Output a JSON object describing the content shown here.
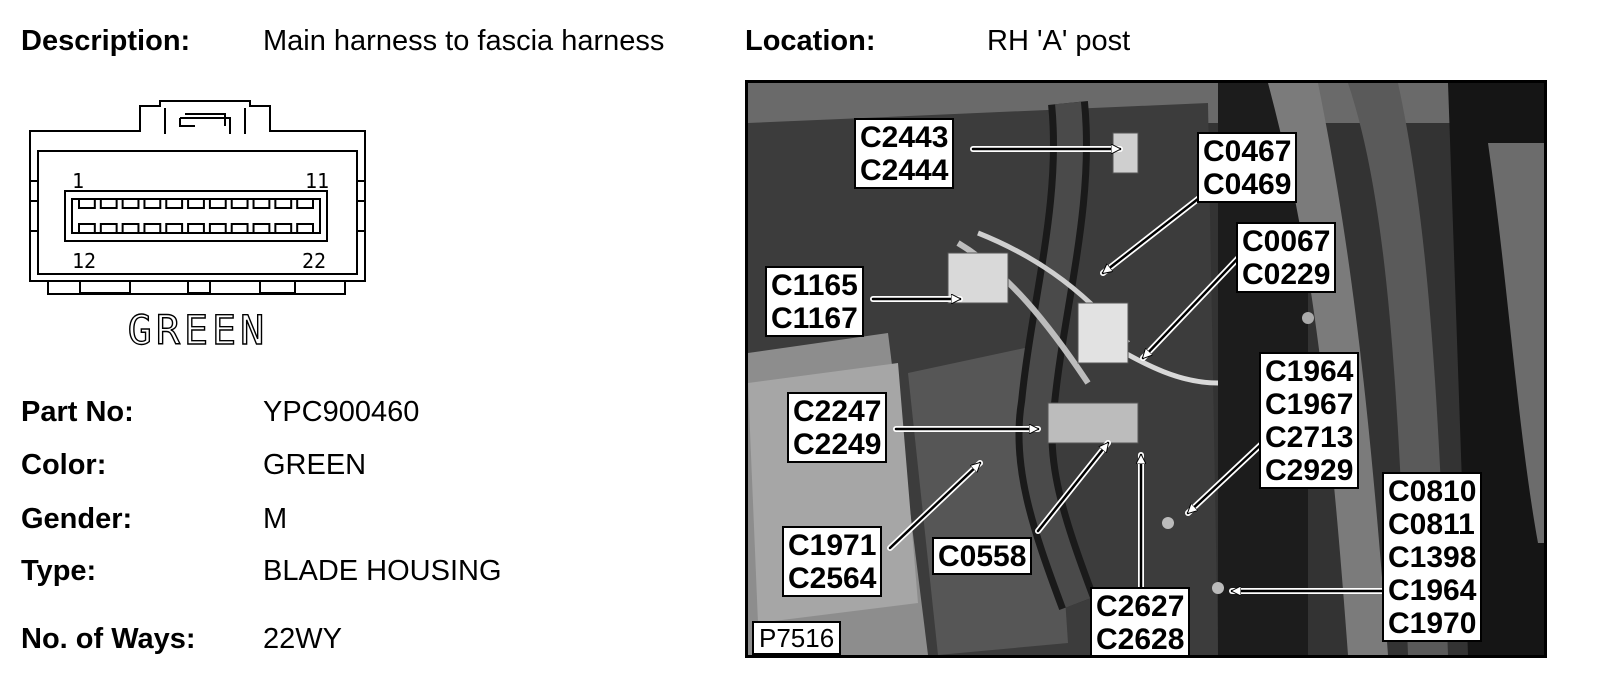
{
  "header": {
    "description_label": "Description:",
    "description_value": "Main harness to fascia harness",
    "location_label": "Location:",
    "location_value": "RH 'A' post"
  },
  "connector": {
    "color_text": "GREEN",
    "pin_first_top": "1",
    "pin_last_top": "11",
    "pin_first_bottom": "12",
    "pin_last_bottom": "22"
  },
  "details": {
    "part_no_label": "Part No:",
    "part_no_value": "YPC900460",
    "color_label": "Color:",
    "color_value": "GREEN",
    "gender_label": "Gender:",
    "gender_value": "M",
    "type_label": "Type:",
    "type_value": "BLADE HOUSING",
    "ways_label": "No. of Ways:",
    "ways_value": "22WY"
  },
  "photo": {
    "ref": "P7516",
    "callouts": [
      {
        "codes": [
          "C2443",
          "C2444"
        ]
      },
      {
        "codes": [
          "C0467",
          "C0469"
        ]
      },
      {
        "codes": [
          "C0067",
          "C0229"
        ]
      },
      {
        "codes": [
          "C1165",
          "C1167"
        ]
      },
      {
        "codes": [
          "C1964",
          "C1967",
          "C2713",
          "C2929"
        ]
      },
      {
        "codes": [
          "C2247",
          "C2249"
        ]
      },
      {
        "codes": [
          "C0810",
          "C0811",
          "C1398",
          "C1964",
          "C1970"
        ]
      },
      {
        "codes": [
          "C1971",
          "C2564"
        ]
      },
      {
        "codes": [
          "C0558"
        ]
      },
      {
        "codes": [
          "C2627",
          "C2628"
        ]
      }
    ]
  }
}
